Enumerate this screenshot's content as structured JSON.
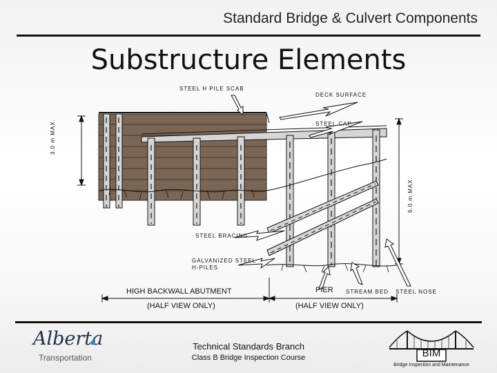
{
  "header": {
    "title": "Standard Bridge & Culvert Components"
  },
  "slide": {
    "title": "Substructure Elements"
  },
  "labels": {
    "steel_h_pile_scab": "STEEL H PILE SCAB",
    "deck_surface": "DECK SURFACE",
    "steel_cap": "STEEL CAP",
    "dim_3m": "3.0 m MAX.",
    "dim_6m": "6.0 m MAX.",
    "steel_bracing": "STEEL BRACING",
    "galvanized_line1": "GALVANIZED STEEL",
    "galvanized_line2": "H-PILES",
    "high_backwall": "HIGH BACKWALL ABUTMENT",
    "pier": "PIER",
    "stream_bed": "STREAM BED",
    "steel_nose": "STEEL NOSE",
    "half_view_left": "(HALF VIEW ONLY)",
    "half_view_right": "(HALF VIEW ONLY)"
  },
  "footer": {
    "branch": "Technical Standards Branch",
    "course": "Class B Bridge Inspection Course"
  },
  "logo": {
    "word": "Alberta",
    "sub": "Transportation"
  },
  "bim": {
    "text": "BIM",
    "caption": "Bridge Inspection and Maintenance"
  },
  "colors": {
    "timber": "#7b6655",
    "steel_light": "#d6d6d6",
    "ink": "#111111"
  }
}
